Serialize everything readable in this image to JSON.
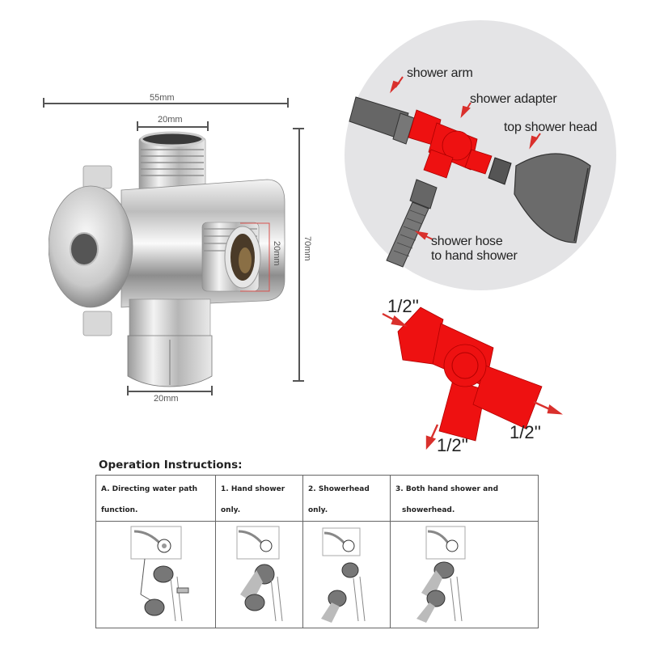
{
  "product_photo": {
    "dimensions": {
      "overall_width": "55mm",
      "top_inlet_width": "20mm",
      "side_outlet_height": "20mm",
      "overall_height": "70mm",
      "bottom_outlet_width": "20mm"
    },
    "colors": {
      "dimension_line": "#555555",
      "highlight_bracket": "#d9534f"
    }
  },
  "installation_diagram": {
    "labels": {
      "shower_arm": "shower arm",
      "shower_adapter": "shower adapter",
      "top_shower_head": "top shower head",
      "shower_hose_line1": "shower hose",
      "shower_hose_line2": "to hand shower"
    },
    "colors": {
      "circle_bg": "#e4e4e6",
      "adapter": "#ee1111",
      "parts": "#666666",
      "arrow": "#d9302c"
    }
  },
  "thread_diagram": {
    "inlet": "1/2''",
    "outlet_bottom": "1/2''",
    "outlet_right": "1/2''"
  },
  "operation_instructions": {
    "title": "Operation Instructions:",
    "columns": [
      {
        "line1": "A. Directing water path",
        "line2": "function."
      },
      {
        "line1": "1. Hand shower",
        "line2": "only."
      },
      {
        "line1": "2. Showerhead",
        "line2": "only."
      },
      {
        "line1": "3. Both hand shower and",
        "line2": "showerhead."
      }
    ]
  }
}
